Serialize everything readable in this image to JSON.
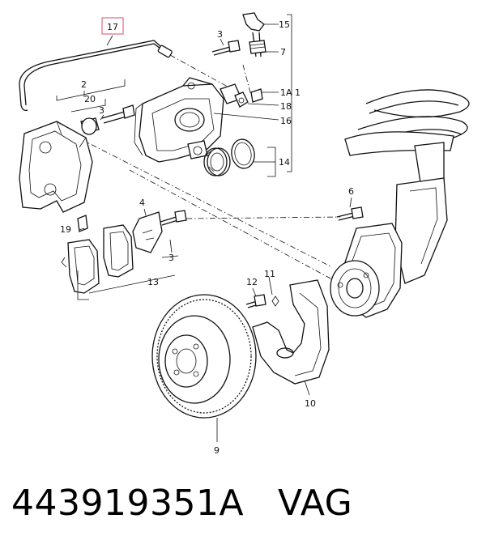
{
  "labels": {
    "l17": "17",
    "l15": "15",
    "l3a": "3",
    "l7": "7",
    "l1A": "1A",
    "l1": "1",
    "l18": "18",
    "l16": "16",
    "l14": "14",
    "l2": "2",
    "l20": "20",
    "l3b": "3",
    "l4": "4",
    "l19": "19",
    "l3c": "3",
    "l13": "13",
    "l6": "6",
    "l11": "11",
    "l12": "12",
    "l10": "10",
    "l9": "9"
  },
  "highlight_color": "#e06c7c",
  "footer": {
    "part_number": "443919351A",
    "brand": "VAG"
  }
}
